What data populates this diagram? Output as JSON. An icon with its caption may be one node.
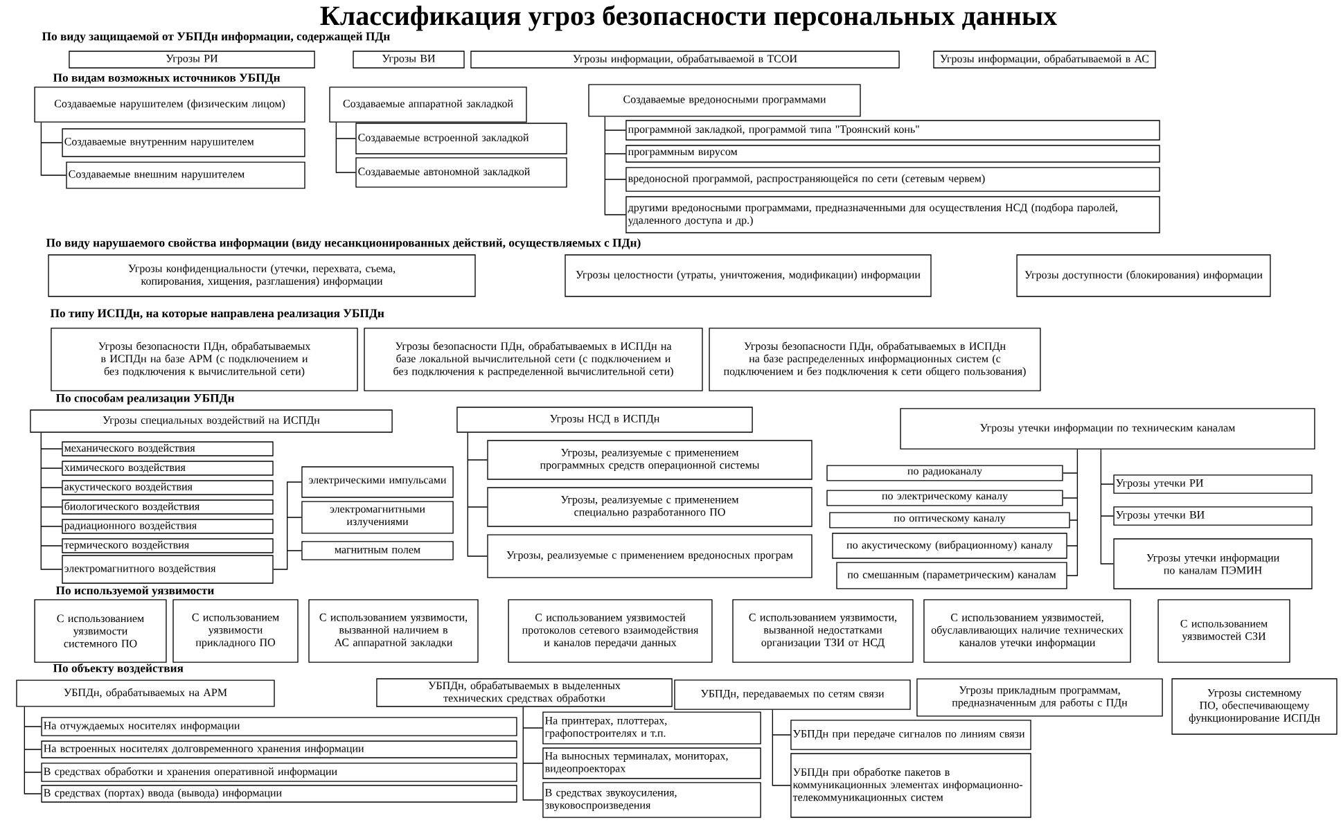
{
  "diagram": {
    "title": "Классификация угроз безопасности персональных данных",
    "nodes": [
      {
        "text": [
          "Угрозы РИ"
        ]
      },
      {
        "text": [
          "Угрозы ВИ"
        ]
      },
      {
        "text": [
          "Угрозы информации, обрабатываемой в ТСОИ"
        ]
      },
      {
        "text": [
          "Угрозы информации, обрабатываемой в АС"
        ]
      },
      {
        "text": [
          "Создаваемые нарушителем (физическим лицом)"
        ]
      },
      {
        "text": [
          "Создаваемые внутренним нарушителем"
        ]
      },
      {
        "text": [
          "Создаваемые внешним нарушителем"
        ]
      },
      {
        "text": [
          "Создаваемые аппаратной закладкой"
        ]
      },
      {
        "text": [
          "Создаваемые встроенной закладкой"
        ]
      },
      {
        "text": [
          "Создаваемые автономной закладкой"
        ]
      },
      {
        "text": [
          "Создаваемые вредоносными программами"
        ]
      },
      {
        "text": [
          "программной закладкой, программой типа \"Троянский конь\""
        ]
      },
      {
        "text": [
          "программным вирусом"
        ]
      },
      {
        "text": [
          "вредоносной программой, распространяющейся по сети (сетевым червем)"
        ]
      },
      {
        "text": [
          "другими вредоносными программами, предназначенными для осуществления НСД (подбора паролей, удаленного доступа и др.)"
        ]
      },
      {
        "text": [
          "Угрозы конфиденциальности (утечки, перехвата, съема, копирования, хищения, разглашения) информации"
        ]
      },
      {
        "text": [
          "Угрозы целостности (утраты, уничтожения, модификации) информации"
        ]
      },
      {
        "text": [
          "Угрозы доступности (блокирования) информации"
        ]
      },
      {
        "text": [
          "Угрозы безопасности ПДн, обрабатываемых в ИСПДн на базе АРМ (с подключением и без подключения к вычислительной сети)"
        ]
      },
      {
        "text": [
          "Угрозы безопасности ПДн, обрабатываемых в ИСПДн на базе локальной вычислительной сети (с подключением и без подключения к распределенной вычислительной сети)"
        ]
      },
      {
        "text": [
          "Угрозы безопасности ПДн, обрабатываемых в ИСПДн на базе распределенных информационных систем (с подключением и без подключения к сети общего пользования)"
        ]
      },
      {
        "text": [
          "Угрозы специальных воздействий на ИСПДн"
        ]
      },
      {
        "text": [
          "механического воздействия"
        ]
      },
      {
        "text": [
          "химического воздействия"
        ]
      },
      {
        "text": [
          "акустического воздействия"
        ]
      },
      {
        "text": [
          "биологического воздействия"
        ]
      },
      {
        "text": [
          "радиационного воздействия"
        ]
      },
      {
        "text": [
          "термического воздействия"
        ]
      },
      {
        "text": [
          "электромагнитного воздействия"
        ]
      },
      {
        "text": [
          "электрическими импульсами"
        ]
      },
      {
        "text": [
          "электромагнитными излучениями"
        ]
      },
      {
        "text": [
          "магнитным полем"
        ]
      },
      {
        "text": [
          "Угрозы НСД в ИСПДн"
        ]
      },
      {
        "text": [
          "Угрозы, реализуемые с применением программных средств операционной системы"
        ]
      },
      {
        "text": [
          "Угрозы, реализуемые с применением специально разработанного ПО"
        ]
      },
      {
        "text": [
          "Угрозы, реализуемые с применением вредоносных програм"
        ]
      },
      {
        "text": [
          "Угрозы утечки информации по техническим каналам"
        ]
      },
      {
        "text": [
          "по радиоканалу"
        ]
      },
      {
        "text": [
          "по электрическому каналу"
        ]
      },
      {
        "text": [
          "по оптическому каналу"
        ]
      },
      {
        "text": [
          "по акустическому (вибрационному) каналу"
        ]
      },
      {
        "text": [
          "по смешанным (параметрическим) каналам"
        ]
      },
      {
        "text": [
          "Угрозы утечки РИ"
        ]
      },
      {
        "text": [
          "Угрозы утечки ВИ"
        ]
      },
      {
        "text": [
          "Угрозы утечки информации по каналам ПЭМИН"
        ]
      },
      {
        "text": [
          "С использованием уязвимости системного ПО"
        ]
      },
      {
        "text": [
          "С использованием уязвимости прикладного ПО"
        ]
      },
      {
        "text": [
          "С использованием уязвимости, вызванной наличием в АС аппаратной закладки"
        ]
      },
      {
        "text": [
          "С использованием уязвимостей протоколов сетевого взаимодействия и каналов передачи данных"
        ]
      },
      {
        "text": [
          "С использованием уязвимости, вызванной недостатками организации ТЗИ от НСД"
        ]
      },
      {
        "text": [
          "С использованием уязвимостей, обуславливающих наличие технических каналов утечки информации"
        ]
      },
      {
        "text": [
          "С использованием уязвимостей СЗИ"
        ]
      },
      {
        "text": [
          "УБПДн, обрабатываемых на АРМ"
        ]
      },
      {
        "text": [
          "На отчуждаемых носителях информации"
        ]
      },
      {
        "text": [
          "На встроенных носителях долговременного хранения информации"
        ]
      },
      {
        "text": [
          "В средствах обработки и хранения оперативной информации"
        ]
      },
      {
        "text": [
          "В средствах (портах) ввода (вывода) информации"
        ]
      },
      {
        "text": [
          "УБПДн, обрабатываемых в выделенных технических средствах обработки"
        ]
      },
      {
        "text": [
          "На принтерах, плоттерах, графопостроителях и т.п."
        ]
      },
      {
        "text": [
          "На выносных терминалах, мониторах, видеопроекторах"
        ]
      },
      {
        "text": [
          "В средствах звукоусиления, звуковоспроизведения"
        ]
      },
      {
        "text": [
          "УБПДн, передаваемых по сетям связи"
        ]
      },
      {
        "text": [
          "Угрозы прикладным программам, предназначенным для работы с ПДн"
        ]
      },
      {
        "text": [
          "Угрозы системному ПО, обеспечивающему функционирование ИСПДн"
        ]
      },
      {
        "text": [
          "УБПДн при передаче сигналов по линиям связи"
        ]
      },
      {
        "text": [
          "УБПДн при обработке пакетов в коммуникационных элементах информационно-телекоммуникационных систем"
        ]
      }
    ],
    "edges": [
      {
        "from": 4,
        "to": 5,
        "arrow": "none"
      },
      {
        "from": 4,
        "to": 6,
        "arrow": "none"
      },
      {
        "from": 7,
        "to": 8,
        "arrow": "none"
      },
      {
        "from": 7,
        "to": 9,
        "arrow": "none"
      },
      {
        "from": 10,
        "to": 11,
        "arrow": "none"
      },
      {
        "from": 10,
        "to": 12,
        "arrow": "none"
      },
      {
        "from": 10,
        "to": 13,
        "arrow": "none"
      },
      {
        "from": 10,
        "to": 14,
        "arrow": "none"
      },
      {
        "from": 21,
        "to": 22,
        "arrow": "none"
      },
      {
        "from": 21,
        "to": 23,
        "arrow": "none"
      },
      {
        "from": 21,
        "to": 24,
        "arrow": "none"
      },
      {
        "from": 21,
        "to": 25,
        "arrow": "none"
      },
      {
        "from": 21,
        "to": 26,
        "arrow": "none"
      },
      {
        "from": 21,
        "to": 27,
        "arrow": "none"
      },
      {
        "from": 21,
        "to": 28,
        "arrow": "none"
      },
      {
        "from": 28,
        "to": 29,
        "arrow": "none"
      },
      {
        "from": 28,
        "to": 30,
        "arrow": "none"
      },
      {
        "from": 28,
        "to": 31,
        "arrow": "none"
      },
      {
        "from": 32,
        "to": 33,
        "arrow": "none"
      },
      {
        "from": 32,
        "to": 34,
        "arrow": "none"
      },
      {
        "from": 32,
        "to": 35,
        "arrow": "none"
      },
      {
        "from": 36,
        "to": 37,
        "arrow": "none"
      },
      {
        "from": 36,
        "to": 38,
        "arrow": "none"
      },
      {
        "from": 36,
        "to": 39,
        "arrow": "none"
      },
      {
        "from": 36,
        "to": 40,
        "arrow": "none"
      },
      {
        "from": 36,
        "to": 41,
        "arrow": "none"
      },
      {
        "from": 36,
        "to": 42,
        "arrow": "none"
      },
      {
        "from": 36,
        "to": 43,
        "arrow": "none"
      },
      {
        "from": 36,
        "to": 44,
        "arrow": "none"
      },
      {
        "from": 52,
        "to": 53,
        "arrow": "none"
      },
      {
        "from": 52,
        "to": 54,
        "arrow": "none"
      },
      {
        "from": 52,
        "to": 55,
        "arrow": "none"
      },
      {
        "from": 52,
        "to": 56,
        "arrow": "none"
      },
      {
        "from": 57,
        "to": 58,
        "arrow": "none"
      },
      {
        "from": 57,
        "to": 59,
        "arrow": "none"
      },
      {
        "from": 57,
        "to": 60,
        "arrow": "none"
      },
      {
        "from": 61,
        "to": 64,
        "arrow": "none"
      },
      {
        "from": 61,
        "to": 65,
        "arrow": "none"
      }
    ],
    "labels": [
      "По виду защищаемой от УБПДн информации, содержащей ПДн",
      "По видам возможных источников УБПДн",
      "По виду нарушаемого свойства информации (виду несанкционированных действий, осуществляемых с ПДн)",
      "По типу ИСПДн, на которые направлена реализация УБПДн",
      "По способам реализации УБПДн",
      "По используемой уязвимости",
      "По объекту воздействия"
    ]
  }
}
